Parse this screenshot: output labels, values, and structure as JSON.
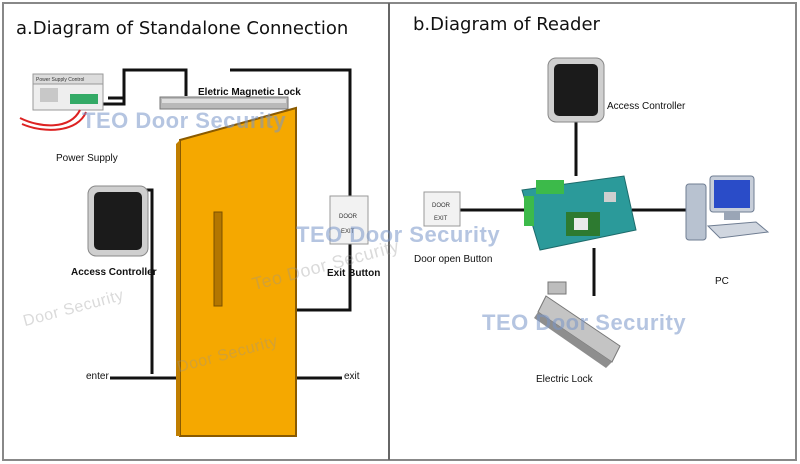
{
  "panel_a": {
    "title": "a.Diagram of Standalone Connection",
    "labels": {
      "power_supply": "Power Supply",
      "power_supply_device_text": "Power Supply Control",
      "magnetic_lock": "Eletric Magnetic Lock",
      "access_controller": "Access Controller",
      "exit_button": "Exit Button",
      "exit_plate_top": "DOOR",
      "exit_plate_bottom": "EXIT",
      "enter": "enter",
      "exit": "exit"
    }
  },
  "panel_b": {
    "title": "b.Diagram of Reader",
    "labels": {
      "access_controller": "Access Controller",
      "door_open_button": "Door open Button",
      "exit_plate_top": "DOOR",
      "exit_plate_bottom": "EXIT",
      "pc": "PC",
      "electric_lock": "Electric Lock"
    }
  },
  "watermarks": {
    "main": "TEO Door Security",
    "faint_1": "Teo Door Security",
    "faint_2": "Door Security"
  },
  "colors": {
    "door": "#f5a800",
    "door_edge": "#c07e00",
    "wire": "#111111",
    "frame_border": "#888888",
    "watermark": "#7896c8",
    "pcb": "#1f8a8a"
  }
}
